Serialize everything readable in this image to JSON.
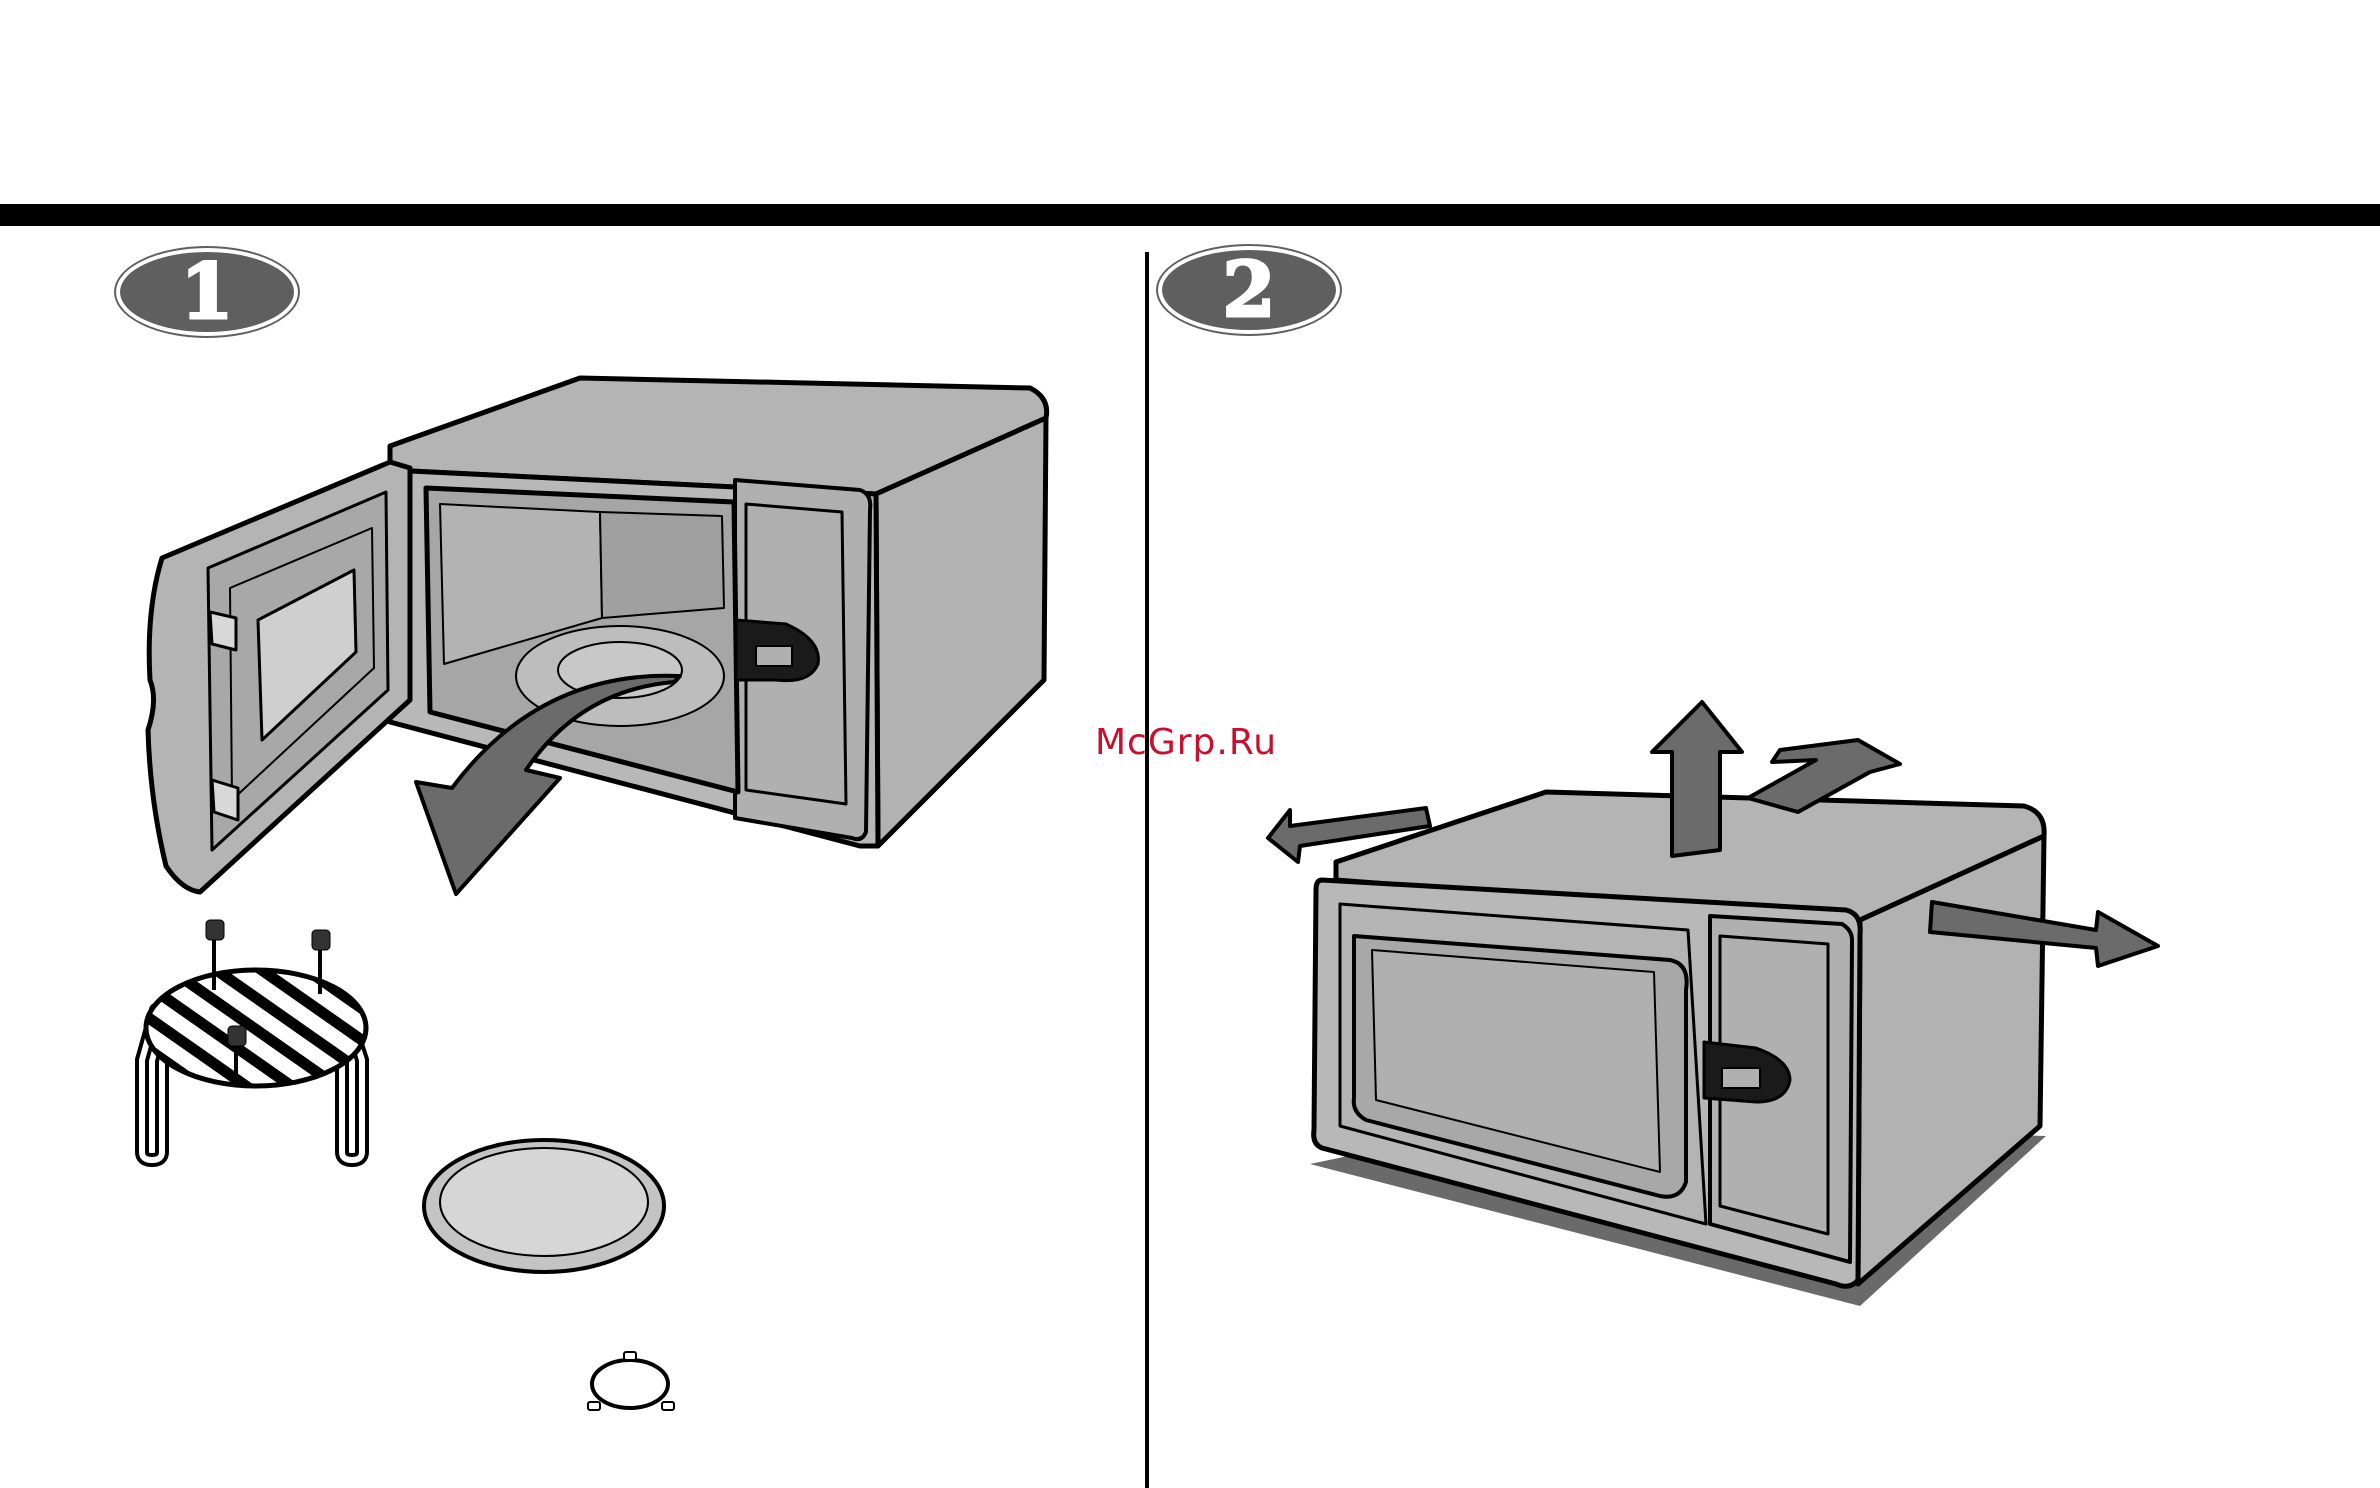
{
  "steps": [
    {
      "number": "1"
    },
    {
      "number": "2"
    }
  ],
  "watermark": "McGrp.Ru",
  "colors": {
    "body_gray": "#b4b4b4",
    "dark_gray": "#5f5f5f",
    "arrow_gray": "#6b6b6b",
    "outline": "#000000",
    "watermark": "#c8102e"
  },
  "icons": [
    "curved-arrow-icon",
    "arrow-up-icon",
    "arrow-left-icon",
    "arrow-right-icon",
    "arrow-back-icon"
  ]
}
